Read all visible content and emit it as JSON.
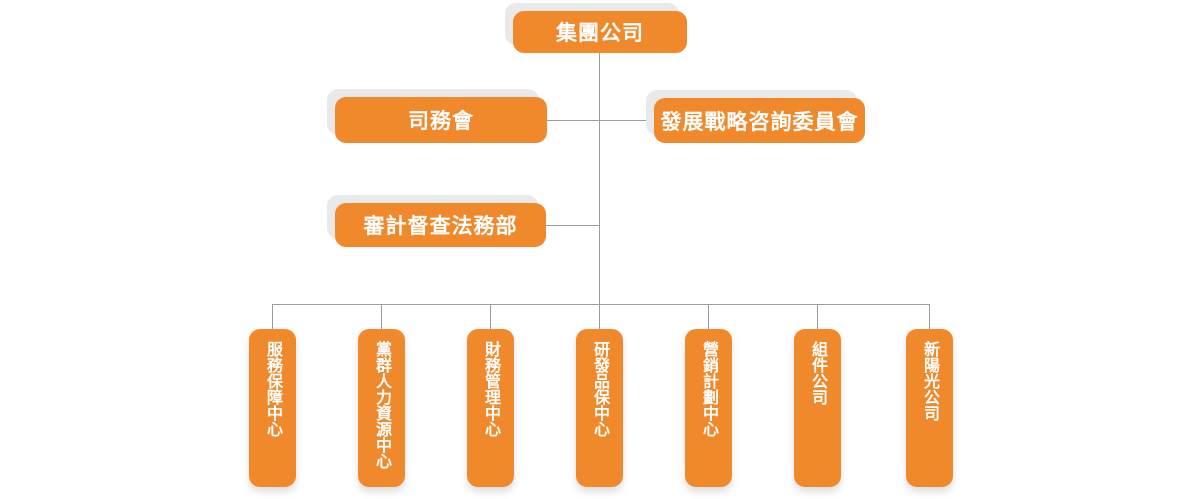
{
  "palette": {
    "node": "#F0892B",
    "shadow": "#E9E9E9",
    "line": "#9C9C9C",
    "text": "#FFFFFF",
    "bg": "#FFFFFF"
  },
  "org": {
    "root": {
      "label": "集團公司"
    },
    "level2": [
      {
        "label": "司務會"
      },
      {
        "label": "發展戰略咨詢委員會"
      }
    ],
    "level3": [
      {
        "label": "審計督查法務部"
      }
    ],
    "level4": [
      {
        "label": "服務保障中心"
      },
      {
        "label": "黨群人力資源中心"
      },
      {
        "label": "財務管理中心"
      },
      {
        "label": "研發品保中心"
      },
      {
        "label": "營銷計劃中心"
      },
      {
        "label": "組件公司"
      },
      {
        "label": "新陽光公司"
      }
    ]
  }
}
